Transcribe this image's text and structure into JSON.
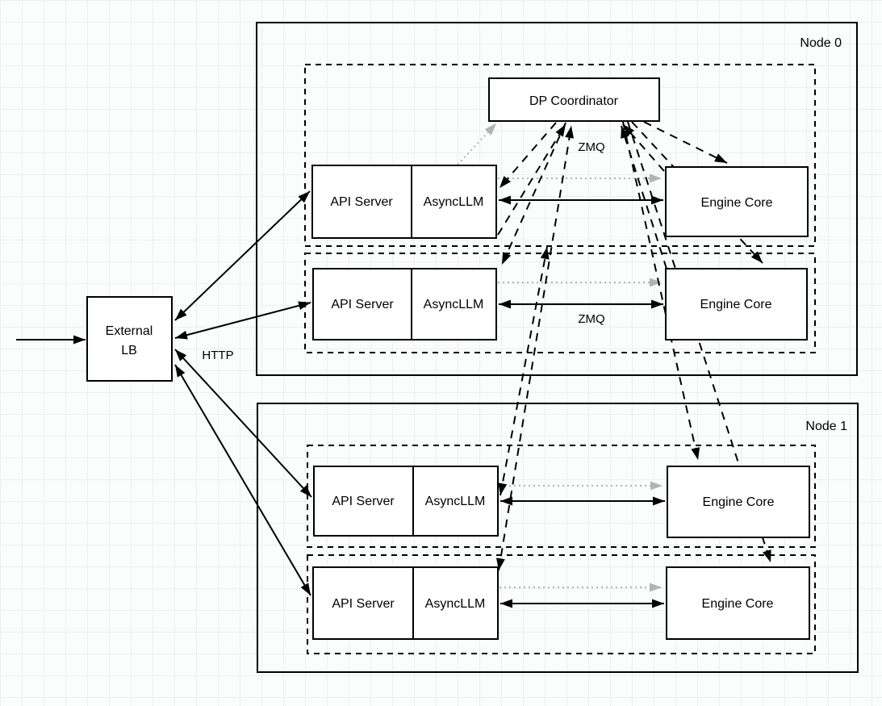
{
  "colors": {
    "stroke": "#000000",
    "box_fill": "#ffffff",
    "dotted_arrow": "#b3b3b3",
    "background": "#fbfcfc",
    "grid_line": "#edeff2"
  },
  "external_lb": {
    "line1": "External",
    "line2": "LB"
  },
  "edge_labels": {
    "http": "HTTP",
    "zmq_coordinator": "ZMQ",
    "zmq_row": "ZMQ"
  },
  "nodes": [
    {
      "name": "Node 0",
      "coordinator": "DP Coordinator",
      "ranks": [
        {
          "api_server": "API Server",
          "async_llm": "AsyncLLM",
          "engine_core": "Engine Core"
        },
        {
          "api_server": "API Server",
          "async_llm": "AsyncLLM",
          "engine_core": "Engine Core"
        }
      ]
    },
    {
      "name": "Node 1",
      "ranks": [
        {
          "api_server": "API Server",
          "async_llm": "AsyncLLM",
          "engine_core": "Engine Core"
        },
        {
          "api_server": "API Server",
          "async_llm": "AsyncLLM",
          "engine_core": "Engine Core"
        }
      ]
    }
  ]
}
